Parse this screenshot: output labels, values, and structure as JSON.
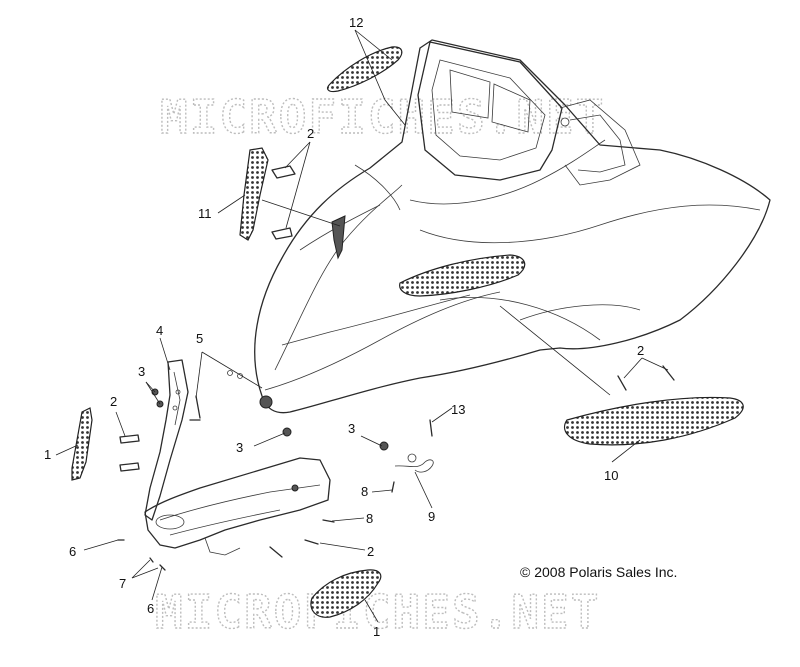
{
  "copyright": "© 2008 Polaris Sales Inc.",
  "watermark": "MICROFICHES.NET",
  "callouts": [
    {
      "id": "c12",
      "label": "12"
    },
    {
      "id": "c2a",
      "label": "2"
    },
    {
      "id": "c11",
      "label": "11"
    },
    {
      "id": "c4",
      "label": "4"
    },
    {
      "id": "c5",
      "label": "5"
    },
    {
      "id": "c3a",
      "label": "3"
    },
    {
      "id": "c2b",
      "label": "2"
    },
    {
      "id": "c1a",
      "label": "1"
    },
    {
      "id": "c3b",
      "label": "3"
    },
    {
      "id": "c3c",
      "label": "3"
    },
    {
      "id": "c13",
      "label": "13"
    },
    {
      "id": "c2c",
      "label": "2"
    },
    {
      "id": "c10",
      "label": "10"
    },
    {
      "id": "c8a",
      "label": "8"
    },
    {
      "id": "c9",
      "label": "9"
    },
    {
      "id": "c8b",
      "label": "8"
    },
    {
      "id": "c6a",
      "label": "6"
    },
    {
      "id": "c7",
      "label": "7"
    },
    {
      "id": "c2d",
      "label": "2"
    },
    {
      "id": "c6b",
      "label": "6"
    },
    {
      "id": "c1b",
      "label": "1"
    }
  ]
}
